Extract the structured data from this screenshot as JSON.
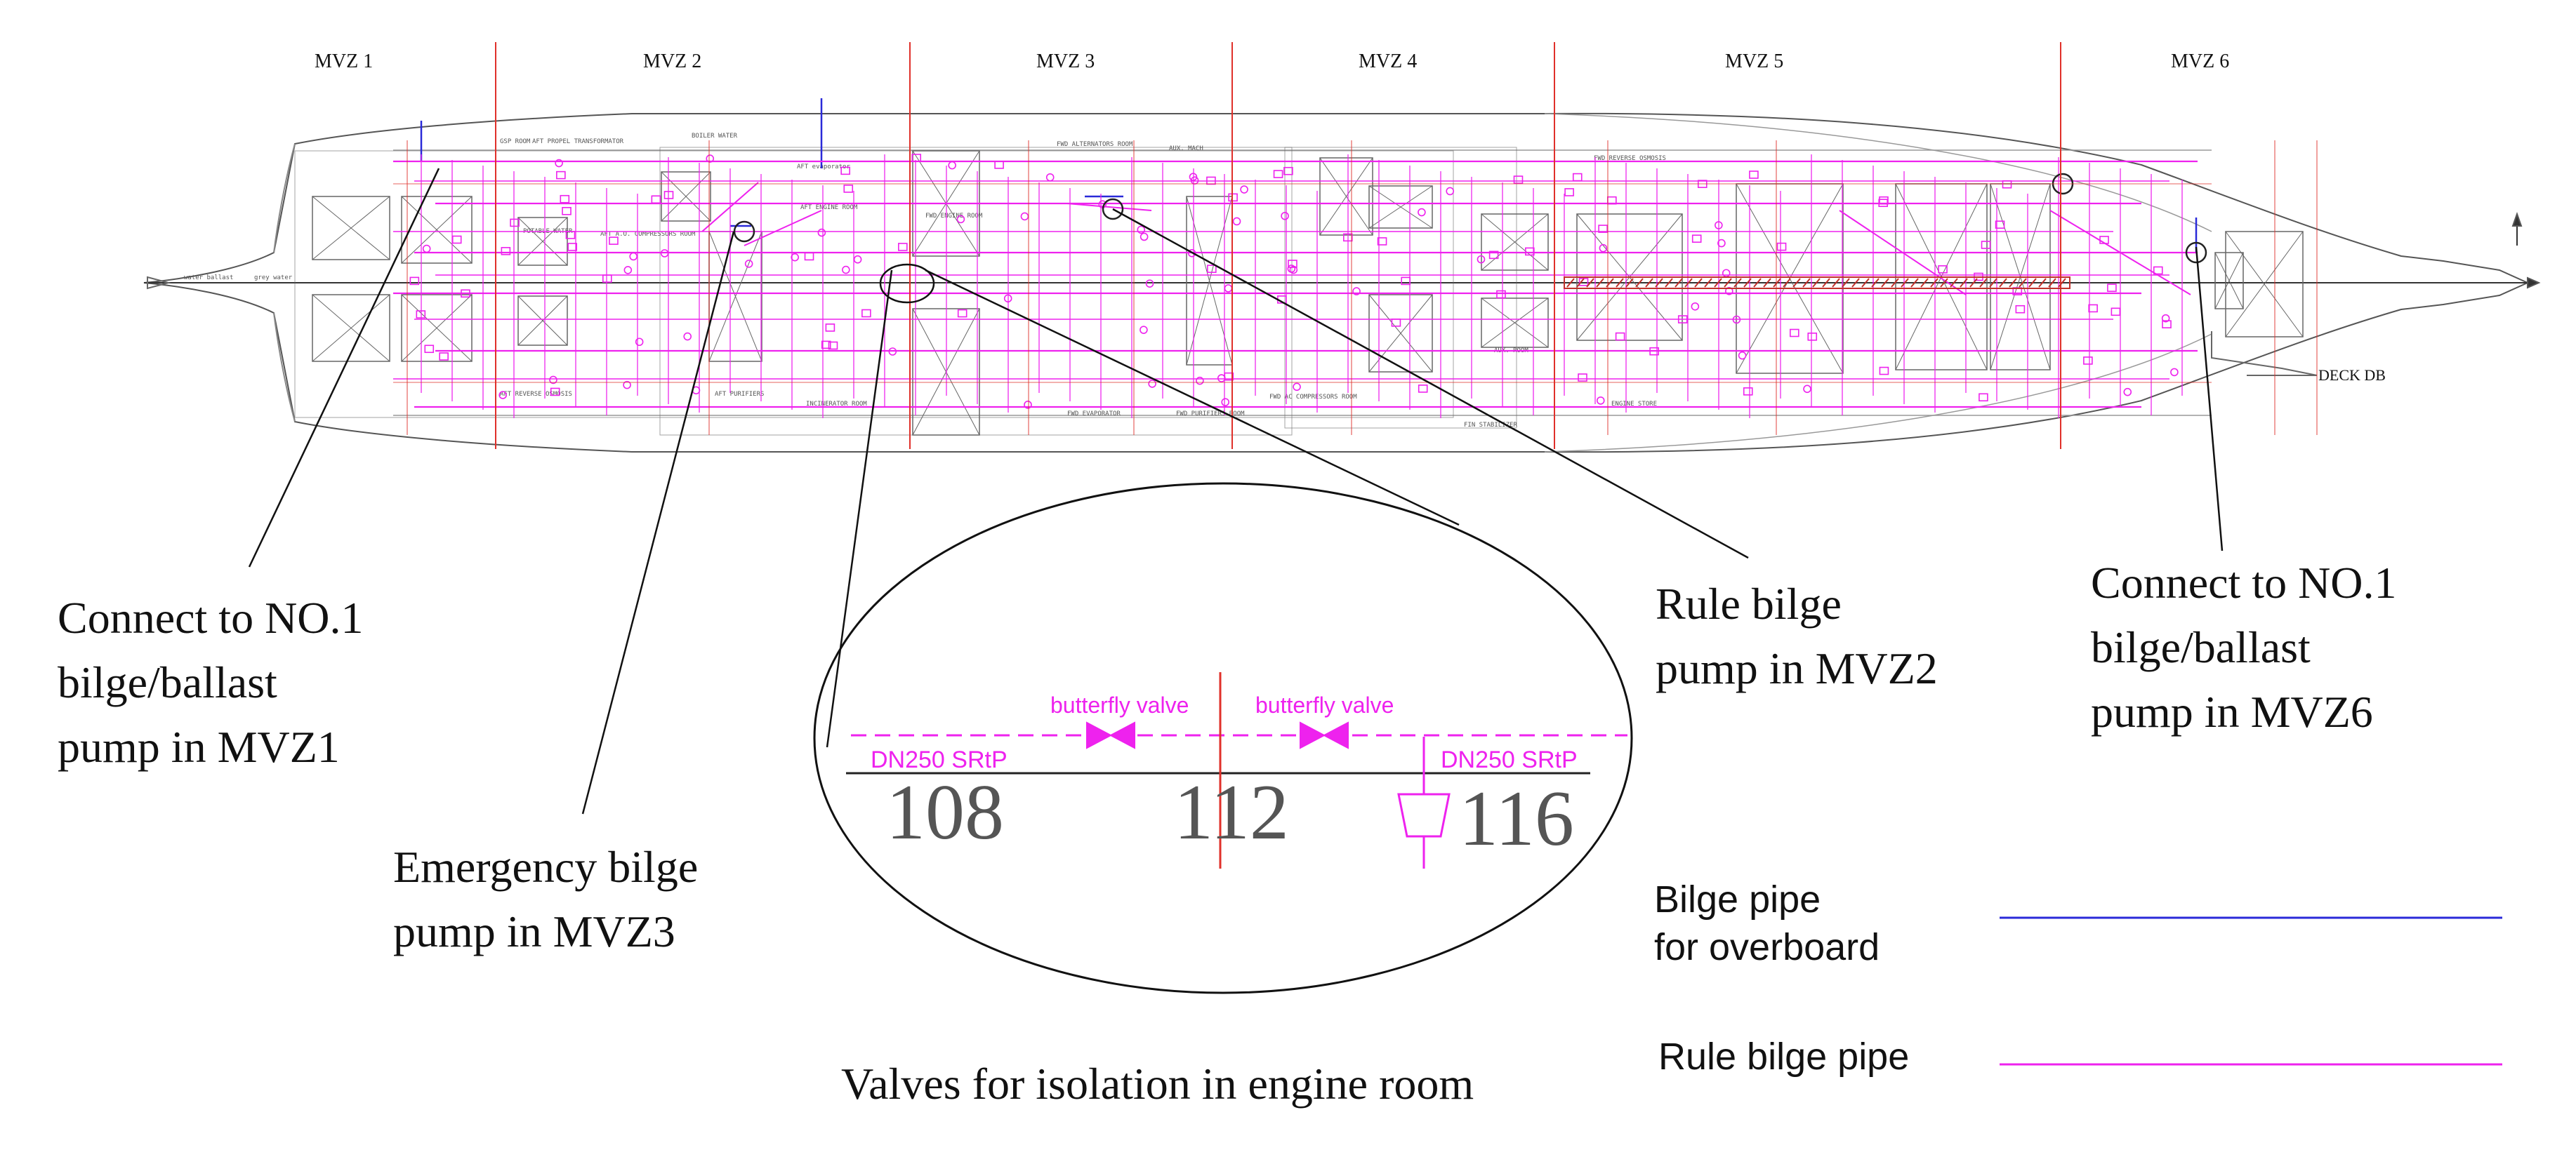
{
  "zones": [
    "MVZ 1",
    "MVZ 2",
    "MVZ 3",
    "MVZ 4",
    "MVZ 5",
    "MVZ 6"
  ],
  "hull_labels": {
    "water_ballast": "water ballast",
    "grey_water": "grey water",
    "deck_db": "DECK DB"
  },
  "room_labels": [
    "GSP ROOM",
    "AFT PROPEL TRANSFORMATOR",
    "BOILER WATER",
    "AFT evaporator",
    "AFT A.O. COMPRESSORS ROOM",
    "AFT ENGINE ROOM",
    "POTABLE WATER",
    "AFT REVERSE OSMOSIS",
    "AFT PURIFIERS",
    "INCINERATOR ROOM",
    "FWD ENGINE ROOM",
    "FWD ALTERNATORS ROOM",
    "AUX. MACH",
    "FWD EVAPORATOR",
    "FWD PURIFIERS ROOM",
    "FWD AC COMPRESSORS ROOM",
    "FWD REVERSE OSMOSIS",
    "ENGINE STORE",
    "AUX. ROOM",
    "FIN STABILIZER"
  ],
  "callouts": {
    "connect_mvz1": "Connect to NO.1\nbilge/ballast\npump in MVZ1",
    "emergency_mvz3": "Emergency bilge\npump in MVZ3",
    "rule_mvz2": "Rule bilge\npump in MVZ2",
    "connect_mvz6": "Connect to NO.1\nbilge/ballast\npump in MVZ6"
  },
  "detail": {
    "valve_label_left": "butterfly valve",
    "valve_label_right": "butterfly valve",
    "pipe_left": "DN250 SRtP",
    "pipe_right": "DN250 SRtP",
    "frame_left": "108",
    "frame_mid": "112",
    "frame_right": "116",
    "caption": "Valves for isolation in engine room"
  },
  "legend": [
    {
      "label": "Bilge pipe\nfor overboard",
      "color": "#2a2ad8"
    },
    {
      "label": "Rule bilge pipe",
      "color": "#ee22ee"
    }
  ],
  "colors": {
    "bilge_pipe": "#ee22ee",
    "overboard_pipe": "#2a2ad8",
    "frame_line": "#e0302a",
    "hull": "#555555"
  }
}
